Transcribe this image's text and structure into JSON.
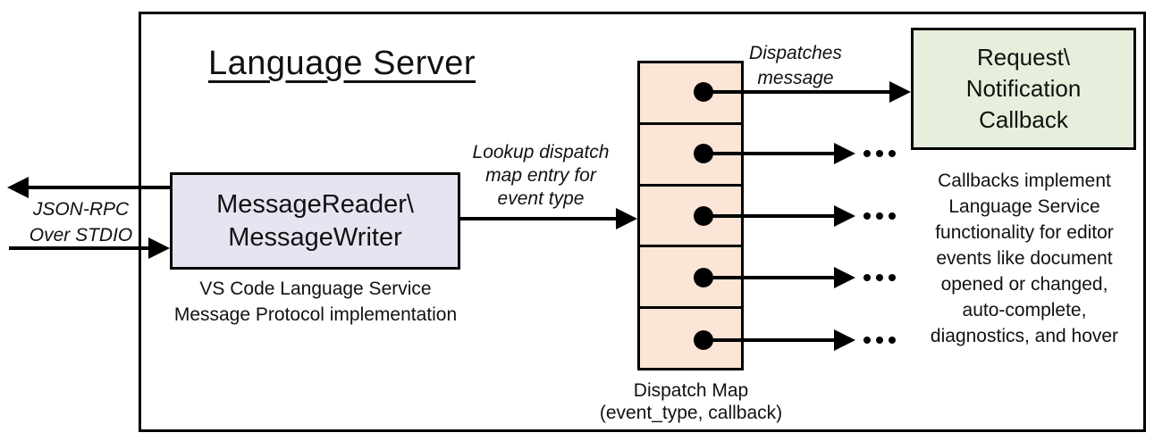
{
  "diagram": {
    "title": "Language Server",
    "io_edge": {
      "label": [
        "JSON-RPC",
        "Over STDIO"
      ]
    },
    "reader_node": {
      "label": [
        "MessageReader\\",
        "MessageWriter"
      ],
      "caption": [
        "VS Code Language Service",
        "Message Protocol implementation"
      ],
      "fill": "#e7e4f1"
    },
    "lookup_edge": {
      "label": [
        "Lookup dispatch",
        "map entry for",
        "event type"
      ]
    },
    "dispatch_map": {
      "cell_count": 5,
      "fill": "#fbe5d6",
      "label": [
        "Dispatch Map",
        "(event_type, callback)"
      ]
    },
    "dispatch_edge": {
      "label": [
        "Dispatches",
        "message"
      ]
    },
    "callback_node": {
      "label": [
        "Request\\",
        "Notification",
        "Callback"
      ],
      "caption": [
        "Callbacks implement",
        "Language Service",
        "functionality for editor",
        "events like document",
        "opened or changed,",
        "auto-complete,",
        "diagnostics, and hover"
      ],
      "fill": "#e5efdb"
    },
    "colors": {
      "line": "#000000",
      "background": "#ffffff"
    }
  }
}
